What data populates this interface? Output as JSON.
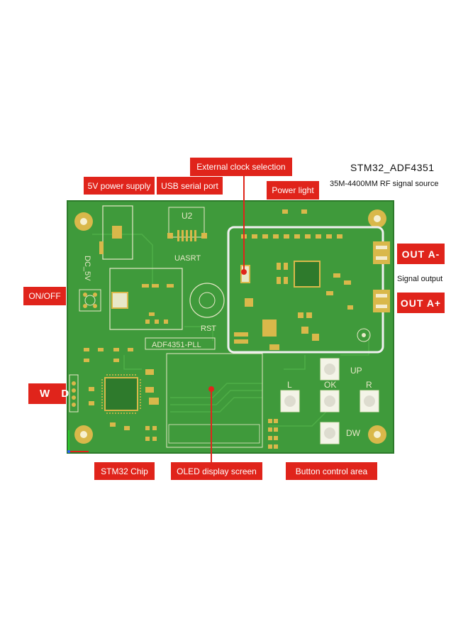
{
  "header": {
    "title": "STM32_ADF4351",
    "subtitle": "35M-4400MM  RF signal source"
  },
  "callouts": {
    "ext_clock": "External clock selection",
    "power_5v": "5V power supply",
    "usb_serial": "USB serial port",
    "power_light": "Power light",
    "out_a_minus": "OUT A-",
    "signal_output": "Signal output",
    "out_a_plus": "OUT A+",
    "on_off": "ON/OFF",
    "swd": "S W D",
    "stm32_chip": "STM32  Chip",
    "oled": "OLED display screen",
    "buttons": "Button control area"
  },
  "silkscreen": {
    "dc": "DC_5V",
    "u2": "U2",
    "uasrt": "UASRT",
    "rst": "RST",
    "adf": "ADF4351-PLL",
    "up": "UP",
    "l": "L",
    "ok": "OK",
    "r": "R",
    "dw": "DW"
  },
  "colors": {
    "callout_red": "#e0241b",
    "pcb_green": "#3f9a3b",
    "pad_gold": "#d9b84a",
    "silkscreen": "#e8e8c8"
  }
}
